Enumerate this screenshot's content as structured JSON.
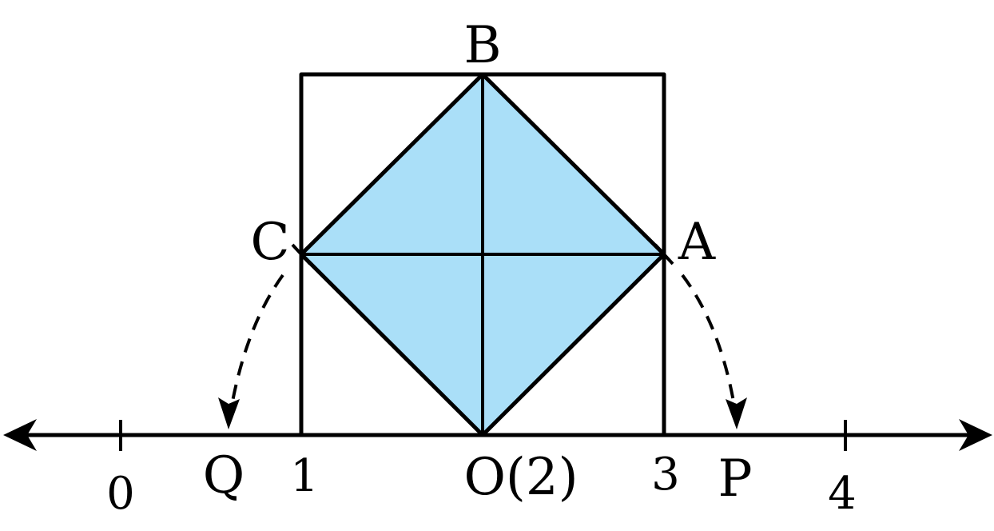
{
  "diagram": {
    "fill_color": "#aadff8",
    "stroke_color": "#000000",
    "vertex_labels": {
      "B": "B",
      "C": "C",
      "A": "A"
    },
    "axis_labels": {
      "zero": "0",
      "q": "Q",
      "one": "1",
      "origin": "O(2)",
      "three": "3",
      "p": "P",
      "four": "4"
    }
  }
}
